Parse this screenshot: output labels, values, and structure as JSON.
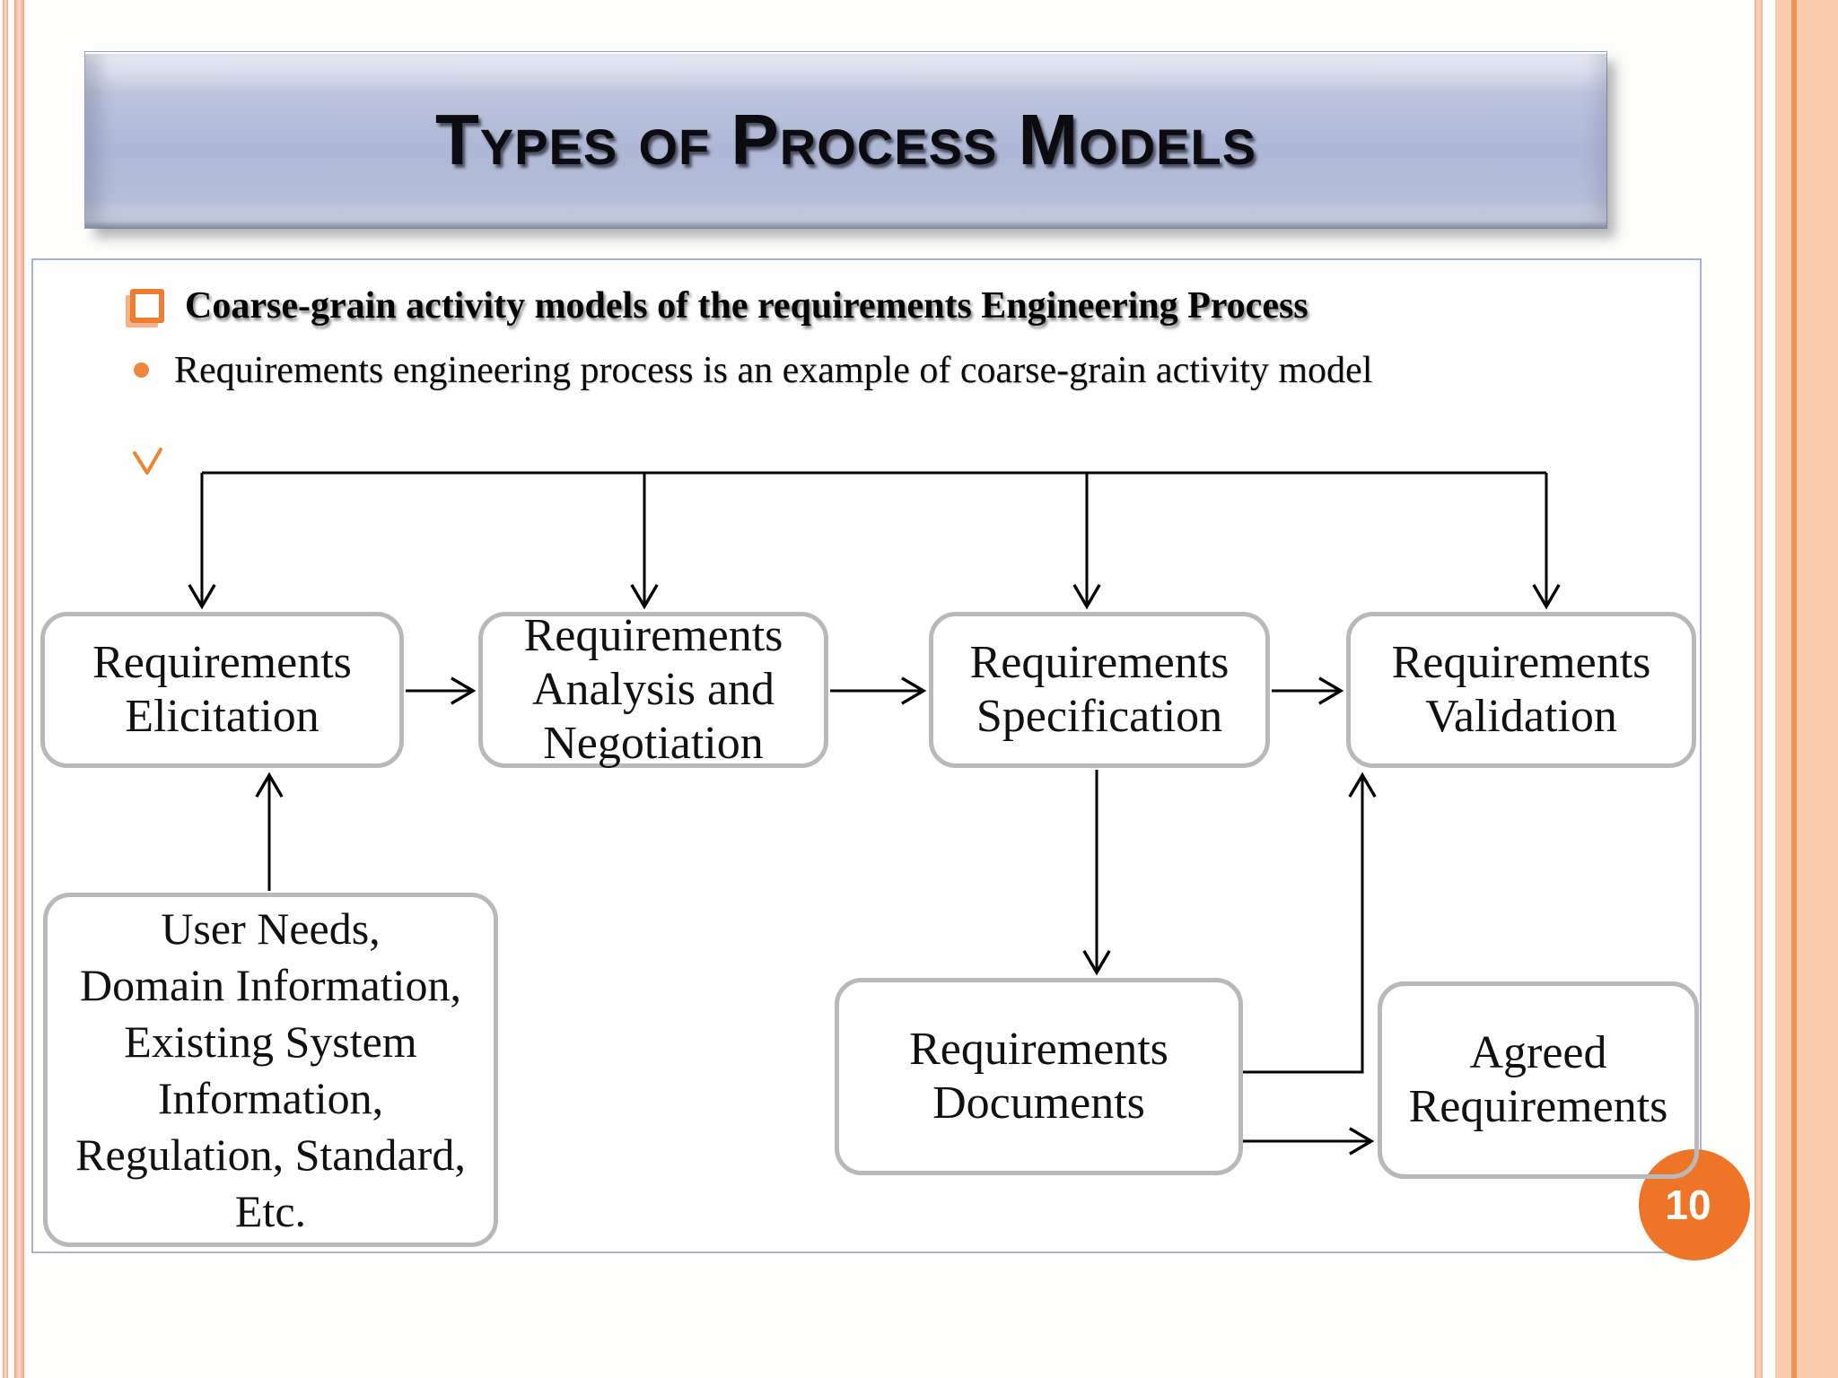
{
  "slide": {
    "title": "Types of Process Models",
    "page_number": "10",
    "bullets": [
      {
        "level": 1,
        "marker": "square",
        "text": "Coarse-grain activity models of the requirements Engineering Process"
      },
      {
        "level": 2,
        "marker": "dot",
        "text": "Requirements engineering process is an example of coarse-grain activity model"
      }
    ]
  },
  "diagram": {
    "nodes": [
      {
        "id": "elicitation",
        "label": "Requirements\nElicitation"
      },
      {
        "id": "analysis",
        "label": "Requirements\nAnalysis and\nNegotiation"
      },
      {
        "id": "specification",
        "label": "Requirements\nSpecification"
      },
      {
        "id": "validation",
        "label": "Requirements\nValidation"
      },
      {
        "id": "user-needs",
        "label": "User Needs,\nDomain Information,\nExisting System\nInformation,\nRegulation, Standard,\nEtc."
      },
      {
        "id": "documents",
        "label": "Requirements\nDocuments"
      },
      {
        "id": "agreed",
        "label": "Agreed\nRequirements"
      }
    ],
    "edges": [
      {
        "from": "start",
        "to": "elicitation"
      },
      {
        "from": "start",
        "to": "analysis"
      },
      {
        "from": "start",
        "to": "specification"
      },
      {
        "from": "start",
        "to": "validation"
      },
      {
        "from": "elicitation",
        "to": "analysis"
      },
      {
        "from": "analysis",
        "to": "specification"
      },
      {
        "from": "specification",
        "to": "validation"
      },
      {
        "from": "user-needs",
        "to": "elicitation"
      },
      {
        "from": "specification",
        "to": "documents"
      },
      {
        "from": "documents",
        "to": "validation"
      },
      {
        "from": "documents",
        "to": "agreed"
      }
    ]
  },
  "colors": {
    "accent_orange": "#ED7D31",
    "badge_orange": "#ee7428",
    "title_bar": "#aeb8d5",
    "box_border": "#b9b9b9",
    "content_border": "#a9b3ce",
    "side_stripe": "#f3ac8b",
    "connector": "#000000",
    "tick_orange": "#f08232"
  }
}
